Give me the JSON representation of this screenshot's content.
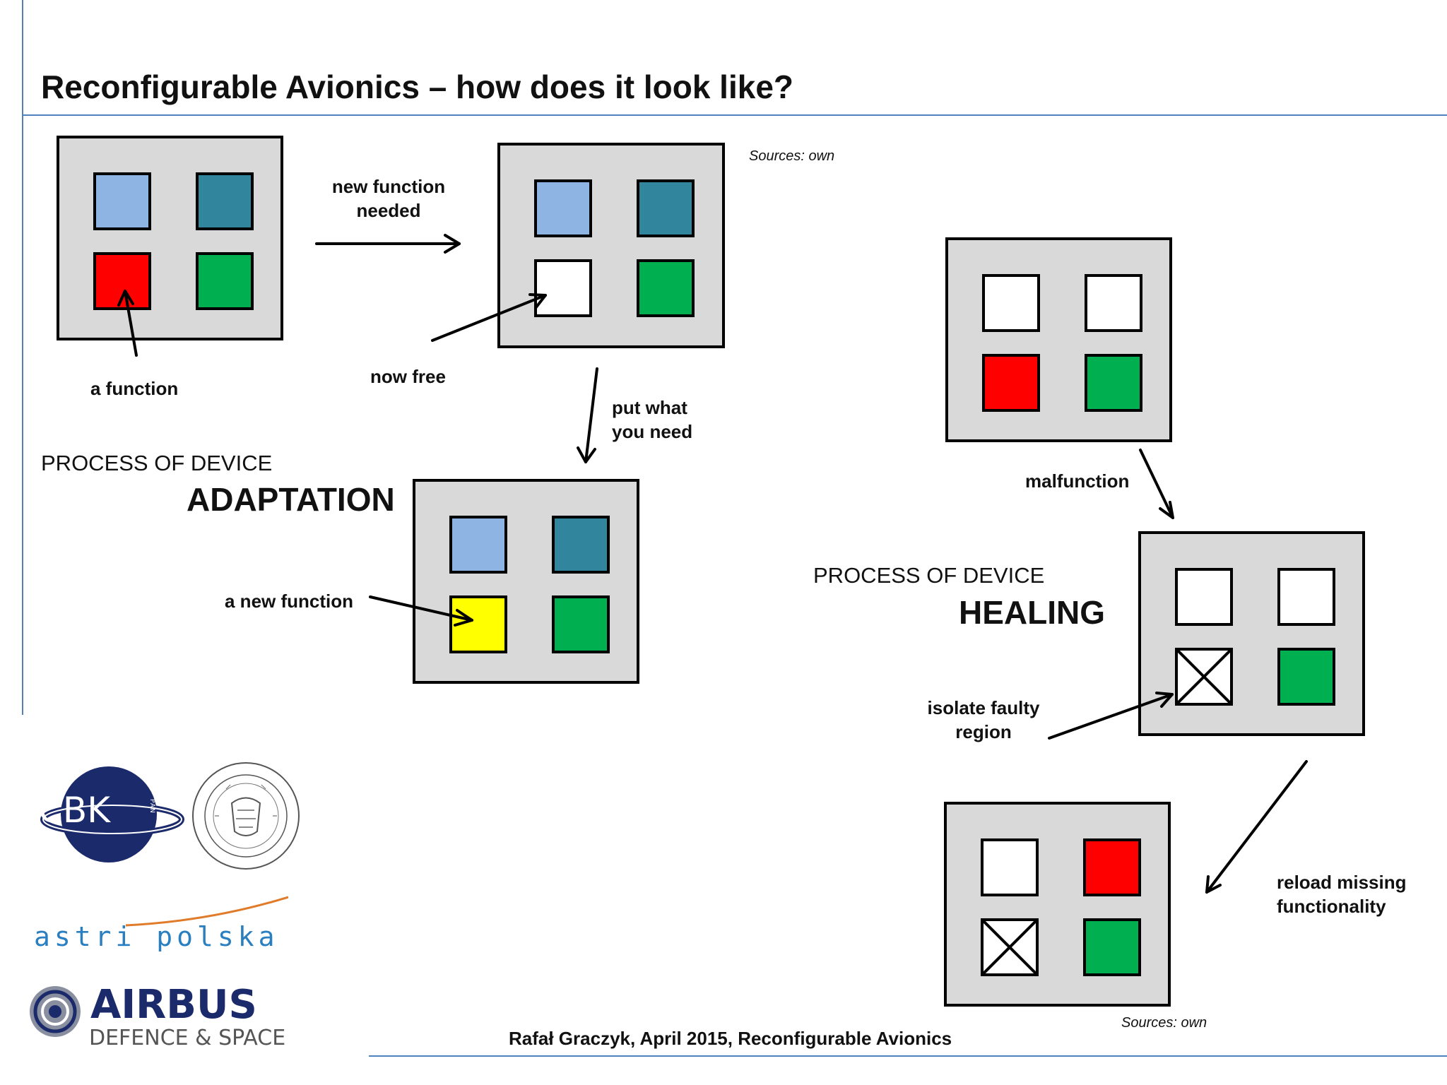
{
  "title": "Reconfigurable Avionics – how does it look like?",
  "sources": [
    "Sources: own",
    "Sources: own"
  ],
  "colors": {
    "light_blue": "#8eb4e3",
    "teal": "#31859c",
    "red": "#ff0000",
    "green": "#00b050",
    "yellow": "#ffff00",
    "white": "#ffffff",
    "device_gray": "#d9d9d9",
    "accent_line": "#4f81bd"
  },
  "adaptation": {
    "process_label": "PROCESS OF DEVICE",
    "process_name": "ADAPTATION",
    "labels": {
      "new_function_needed": "new function\nneeded",
      "a_function": "a function",
      "now_free": "now free",
      "put_what_you_need": "put what\nyou need",
      "a_new_function": "a new function"
    }
  },
  "healing": {
    "process_label": "PROCESS OF DEVICE",
    "process_name": "HEALING",
    "labels": {
      "malfunction": "malfunction",
      "isolate_faulty_region": "isolate faulty\nregion",
      "reload_missing_functionality": "reload missing\nfunctionality"
    }
  },
  "logos": {
    "cbk": "CBK",
    "cbk_sub": "PAN",
    "astri": "astri polska",
    "airbus": "AIRBUS",
    "airbus_sub": "DEFENCE & SPACE"
  },
  "footer": "Rafał Graczyk, April 2015, Reconfigurable Avionics"
}
